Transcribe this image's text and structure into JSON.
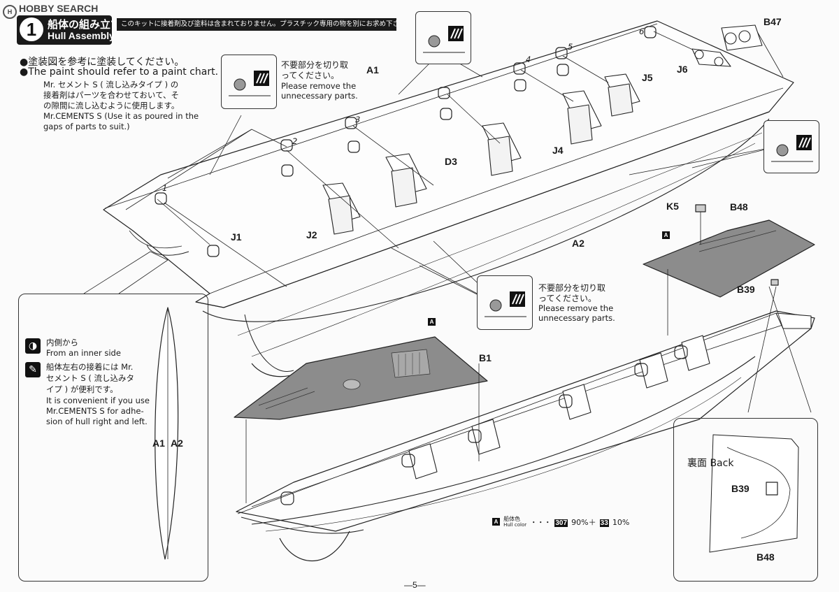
{
  "watermark": "HOBBY SEARCH",
  "step": {
    "number": "1",
    "title_jp": "船体の組み立て",
    "title_en": "Hull Assembly"
  },
  "notice": "このキットに接着剤及び塗料は含まれておりません。プラスチック専用の物を別にお求め下さい。",
  "paint_note": {
    "jp": "●塗装図を参考に塗装してください。",
    "en": "●The paint should refer to a paint chart."
  },
  "cement_note": {
    "line1": "Mr. セメント S ( 流し込みタイプ ) の",
    "line2": "接着剤はパーツを合わせておいて、そ",
    "line3": "の隙間に流し込むように使用します。",
    "line4": "Mr.CEMENTS S (Use it as poured in the",
    "line5": "gaps of parts to suit.)"
  },
  "cut_note": {
    "jp1": "不要部分を切り取",
    "jp2": "ってください。",
    "en1": "Please remove the",
    "en2": "unnecessary parts."
  },
  "cut_note_2": {
    "jp1": "不要部分を切り取",
    "jp2": "ってください。",
    "en1": "Please remove the",
    "en2": "unnecessary parts."
  },
  "inner_side": {
    "jp": "内側から",
    "en": "From an inner side"
  },
  "hull_glue": {
    "line1": "船体左右の接着には Mr.",
    "line2": "セメント S ( 流し込みタ",
    "line3": "イプ ) が便利です。",
    "line4": "It is convenient if you use",
    "line5": "Mr.CEMENTS S for adhe-",
    "line6": "sion of hull right and left."
  },
  "part_labels": {
    "A1": "A1",
    "A2": "A2",
    "J1": "J1",
    "J2": "J2",
    "J4": "J4",
    "J5": "J5",
    "J6": "J6",
    "D3": "D3",
    "B1": "B1",
    "B47": "B47",
    "B48": "B48",
    "B39": "B39",
    "K5": "K5"
  },
  "hull_numbers": [
    "1",
    "2",
    "3",
    "4",
    "5",
    "6"
  ],
  "tag_a": "A",
  "back_inset": {
    "title": "裏面  Back",
    "b39": "B39",
    "b48": "B48"
  },
  "side_inset": {
    "a1": "A1",
    "a2": "A2"
  },
  "hull_color": {
    "tag": "A",
    "jp": "船体色",
    "en": "Hull color",
    "dots": "・・・",
    "code1": "307",
    "pct1": "90%＋",
    "code2": "33",
    "pct2": "10%"
  },
  "page_number": "―5―",
  "colors": {
    "ink": "#1a1a1a",
    "deck_fill": "#8c8c8c",
    "paper": "#fbfbfb"
  }
}
